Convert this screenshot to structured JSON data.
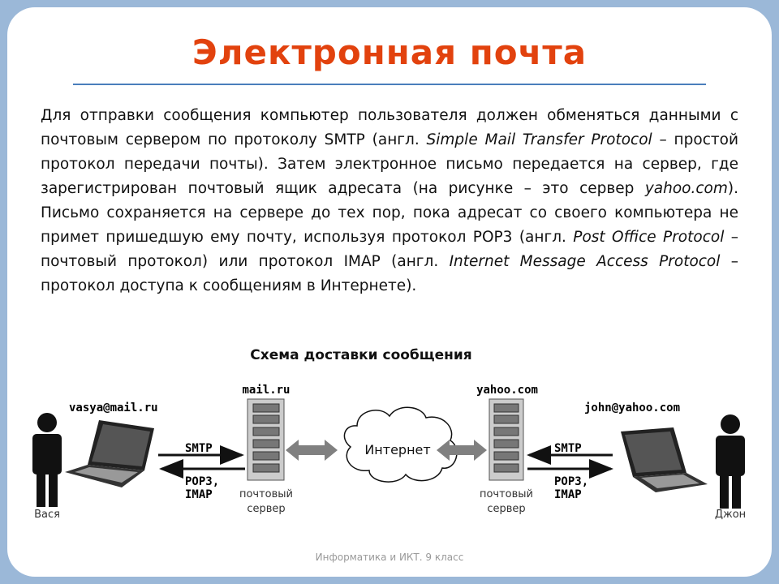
{
  "title": "Электронная почта",
  "paragraph": {
    "p1": "Для отправки сообщения компьютер пользователя должен обменяться данными с почтовым сервером по протоколу SMTP (англ. ",
    "i1": "Simple Mail Transfer Protocol",
    "p2": " – простой протокол передачи почты). Затем электронное письмо передается на сервер, где зарегистрирован почтовый ящик адресата (на рисунке – это сервер ",
    "i2": "yahoo.com",
    "p3": "). Письмо сохраняется на сервере до тех пор, пока адресат  со своего компьютера не примет пришедшую ему почту, используя протокол POP3 (англ. ",
    "i3": "Post Office Protocol",
    "p4": " – почтовый протокол) или протокол IMAP (англ. ",
    "i4": "Internet Message Access Protocol",
    "p5": " – протокол доступа к сообщениям в Интернете)."
  },
  "diagram": {
    "caption": "Схема доставки сообщения",
    "sender": {
      "name": "Вася",
      "email": "vasya@mail.ru"
    },
    "receiver": {
      "name": "Джон",
      "email": "john@yahoo.com"
    },
    "server_left": {
      "domain": "mail.ru",
      "label1": "почтовый",
      "label2": "сервер"
    },
    "server_right": {
      "domain": "yahoo.com",
      "label1": "почтовый",
      "label2": "сервер"
    },
    "internet": "Интернет",
    "smtp": "SMTP",
    "pop3": "POP3,",
    "imap": "IMAP"
  },
  "footer": "Информатика и ИКТ. 9 класс",
  "colors": {
    "title": "#e2420e",
    "rule": "#4a7ebb",
    "frame": "#9bb8d8"
  }
}
